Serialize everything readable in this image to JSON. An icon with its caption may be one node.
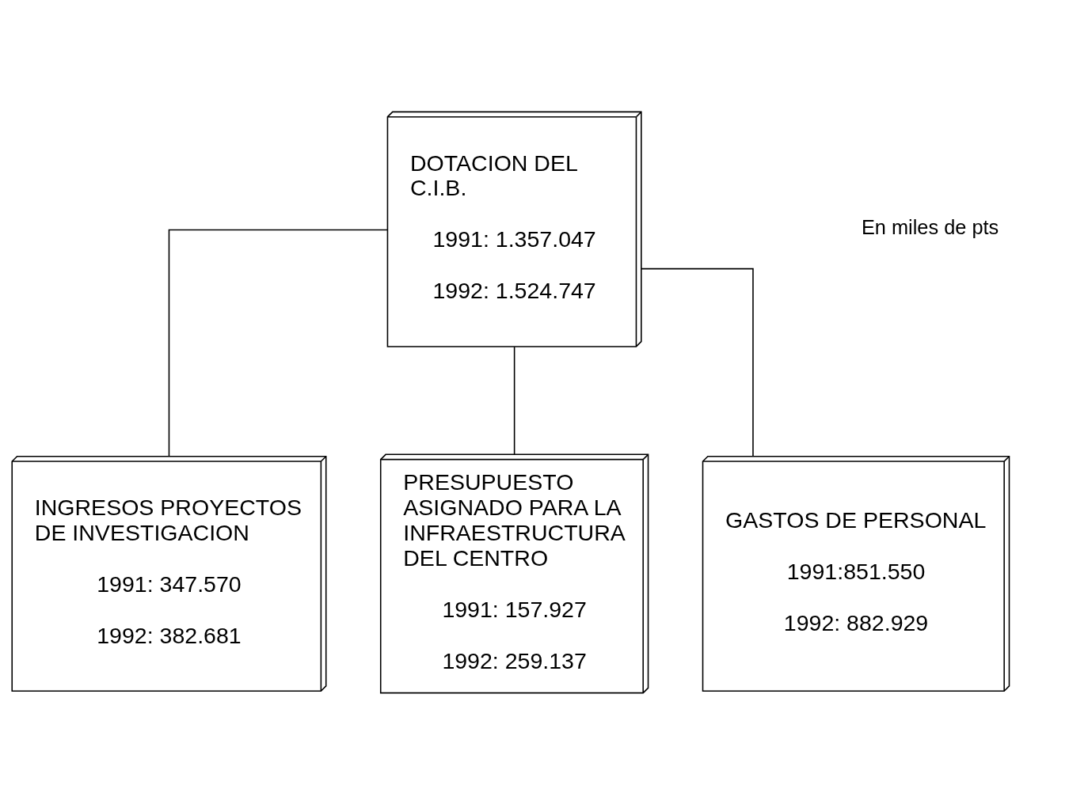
{
  "diagram": {
    "nodes": [
      {
        "text": [
          "DOTACION DEL C.I.B.",
          "1991: 1.357.047",
          "1992: 1.524.747"
        ]
      },
      {
        "text": [
          "INGRESOS PROYECTOS DE INVESTIGACION",
          "1991: 347.570",
          "1992: 382.681"
        ]
      },
      {
        "text": [
          "PRESUPUESTO ASIGNADO PARA LA INFRAESTRUCTURA DEL CENTRO",
          "1991: 157.927",
          "1992: 259.137"
        ]
      },
      {
        "text": [
          "GASTOS DE PERSONAL",
          "1991:851.550",
          "1992: 882.929"
        ]
      }
    ],
    "edges": [
      {
        "from": 0,
        "to": 1,
        "arrow": "none"
      },
      {
        "from": 0,
        "to": 2,
        "arrow": "none"
      },
      {
        "from": 0,
        "to": 3,
        "arrow": "none"
      }
    ],
    "labels": [
      "En miles de pts"
    ]
  }
}
